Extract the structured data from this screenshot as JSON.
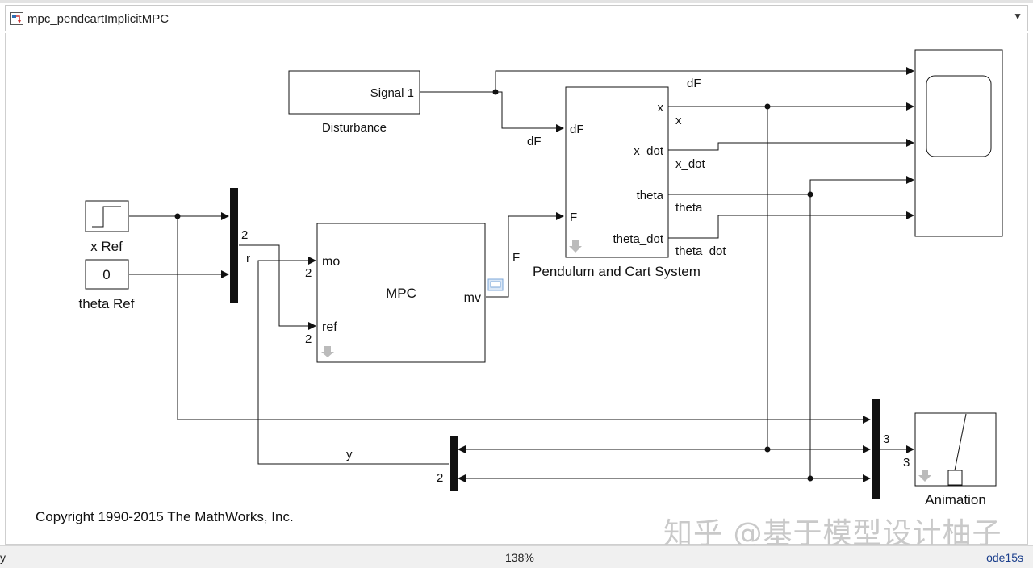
{
  "window": {
    "title": "mpc_pendcartImplicitMPC"
  },
  "blocks": {
    "disturbance": {
      "port_label": "Signal 1",
      "name": "Disturbance"
    },
    "x_ref": {
      "name": "x Ref"
    },
    "theta_ref": {
      "value": "0",
      "name": "theta Ref"
    },
    "mux_ref": {
      "dim": "2",
      "signal": "r"
    },
    "mpc": {
      "name": "MPC",
      "in1": "mo",
      "in2": "ref",
      "out": "mv",
      "in1_dim": "2",
      "in2_dim": "2"
    },
    "plant": {
      "name": "Pendulum and Cart System",
      "in1": "dF",
      "in2": "F",
      "outs": [
        "x",
        "x_dot",
        "theta",
        "theta_dot"
      ]
    },
    "mux_y": {
      "dim": "2"
    },
    "mux_anim": {
      "dim": "3"
    },
    "animation": {
      "name": "Animation",
      "dim": "3"
    }
  },
  "signals": {
    "dF_to_scope": "dF",
    "dF_to_plant": "dF",
    "F": "F",
    "x": "x",
    "x_dot": "x_dot",
    "theta": "theta",
    "theta_dot": "theta_dot",
    "y": "y"
  },
  "copyright": "Copyright 1990-2015 The MathWorks, Inc.",
  "watermark": "知乎 @基于模型设计柚子",
  "status": {
    "left": "y",
    "zoom": "138%",
    "solver": "ode15s"
  }
}
